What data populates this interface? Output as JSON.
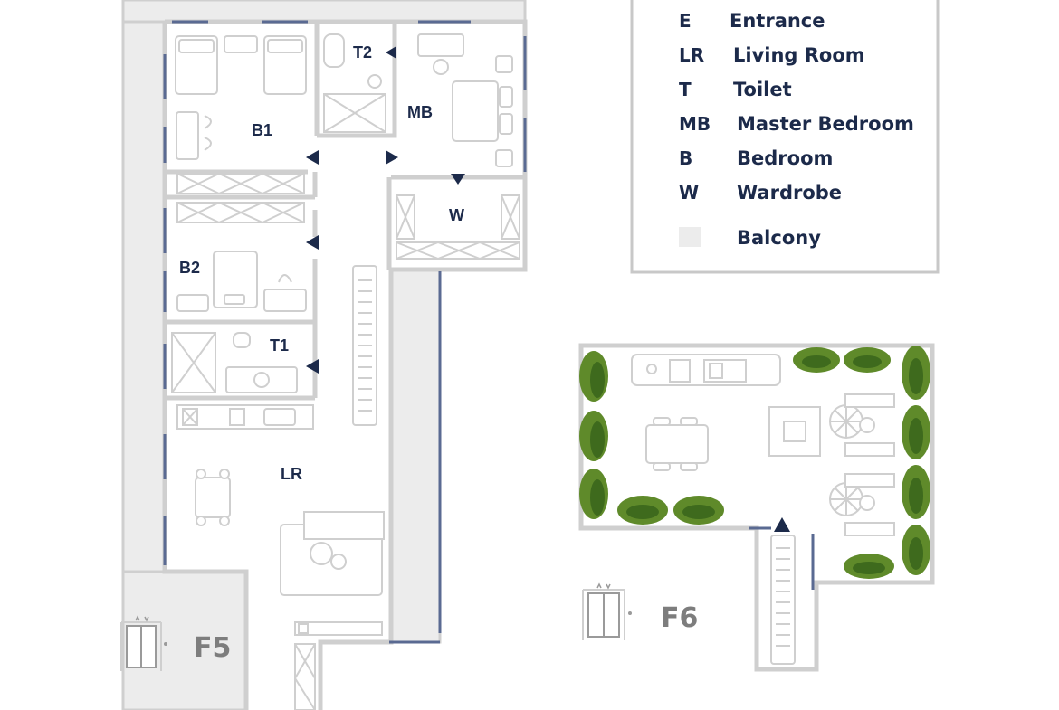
{
  "floor_plan": {
    "rooms": {
      "b1": "B1",
      "t2": "T2",
      "mb": "MB",
      "w": "W",
      "b2": "B2",
      "t1": "T1",
      "lr": "LR"
    },
    "floors": {
      "f5": "F5",
      "f6": "F6"
    }
  },
  "legend": {
    "items": [
      {
        "code": "E",
        "name": "Entrance"
      },
      {
        "code": "LR",
        "name": "Living Room"
      },
      {
        "code": "T",
        "name": "Toilet"
      },
      {
        "code": "MB",
        "name": "Master Bedroom"
      },
      {
        "code": "B",
        "name": "Bedroom"
      },
      {
        "code": "W",
        "name": "Wardrobe"
      },
      {
        "code": "",
        "name": "Balcony"
      }
    ]
  },
  "colors": {
    "text": "#1c2a4a",
    "wall": "#cfcfcf",
    "balcony": "#ececec",
    "window": "#5a6a92",
    "plant": "#5f8a2a"
  }
}
